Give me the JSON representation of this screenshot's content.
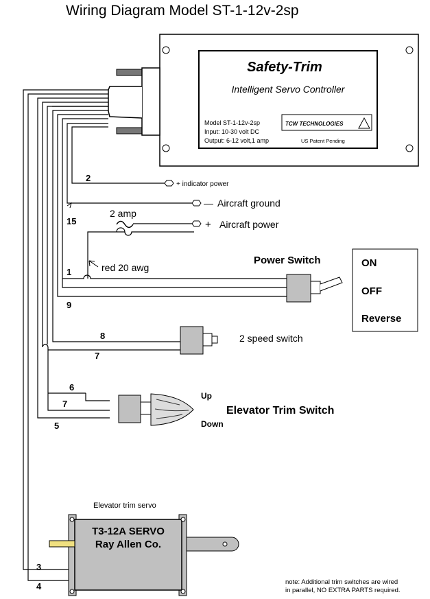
{
  "title": "Wiring Diagram Model ST-1-12v-2sp",
  "controller": {
    "brand": "Safety-Trim",
    "subtitle": "Intelligent Servo Controller",
    "model": "Model ST-1-12v-2sp",
    "input": "Input: 10-30 volt DC",
    "output": "Output: 6-12 volt,1 amp",
    "logo_text": "TCW TECHNOLOGIES",
    "patent": "US Patent Pending"
  },
  "wires": {
    "w2": "2",
    "w15": "15",
    "w1": "1",
    "w9": "9",
    "w8": "8",
    "w7a": "7",
    "w6": "6",
    "w7b": "7",
    "w5": "5",
    "w3": "3",
    "w4": "4"
  },
  "terminals": {
    "indicator": "+ indicator power",
    "ground_sign": "—",
    "ground": "Aircraft ground",
    "power_sign": "+",
    "power": "Aircraft power"
  },
  "fuse_label": "2 amp",
  "red_wire_label": "red 20 awg",
  "power_switch": {
    "title": "Power Switch",
    "positions": [
      "ON",
      "OFF",
      "Reverse"
    ]
  },
  "speed_switch_label": "2 speed switch",
  "trim_switch": {
    "title": "Elevator Trim Switch",
    "up": "Up",
    "down": "Down"
  },
  "servo": {
    "caption": "Elevator trim servo",
    "line1": "T3-12A SERVO",
    "line2": "Ray Allen Co."
  },
  "note": {
    "line1": "note: Additional trim switches are wired",
    "line2": "in parallel, NO EXTRA PARTS required."
  },
  "colors": {
    "wire": "#000000",
    "switch_body": "#c0c0c0",
    "servo_body": "#c0c0c0",
    "servo_shaft": "#f0e080",
    "controller_face": "#ffffff"
  }
}
